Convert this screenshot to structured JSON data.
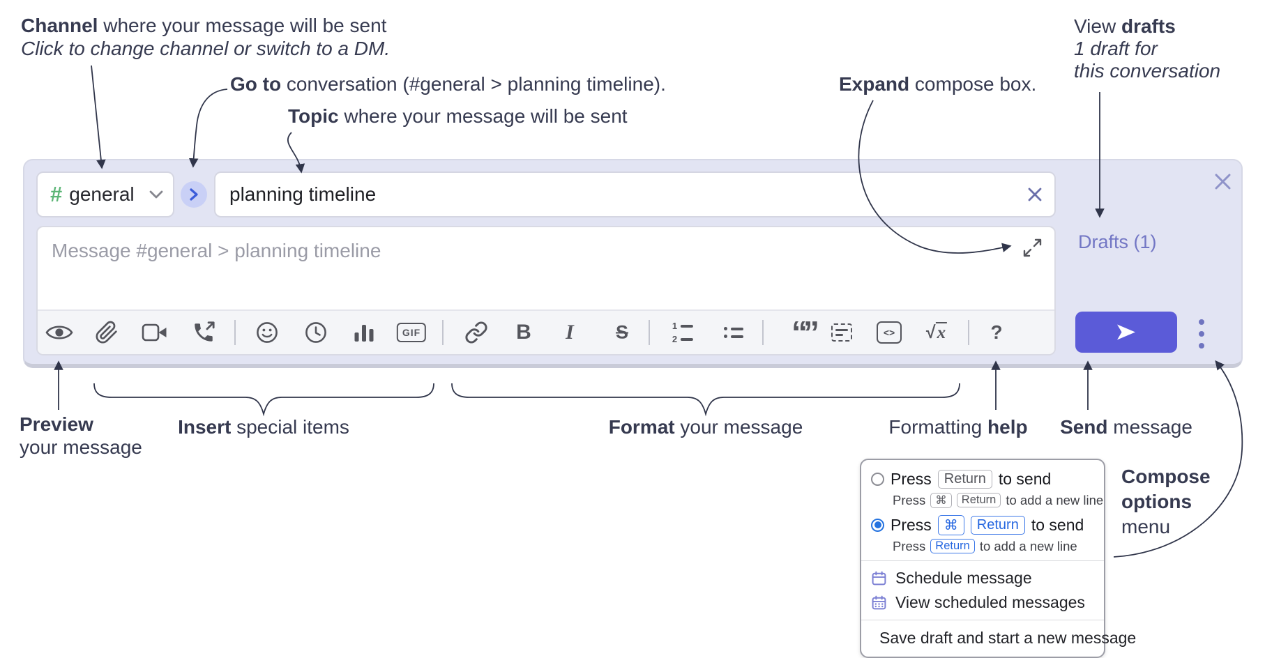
{
  "annotations": {
    "channel": {
      "bold": "Channel",
      "rest": " where your message will be sent",
      "line2": "Click to change channel or switch to a DM."
    },
    "goto": {
      "bold": "Go to",
      "rest": " conversation (#general > planning timeline)."
    },
    "topic": {
      "bold": "Topic",
      "rest": " where your message will be sent"
    },
    "expand": {
      "bold": "Expand",
      "rest": " compose box."
    },
    "view_drafts": {
      "line1_pre": "View ",
      "line1_bold": "drafts",
      "line2": "1 draft for",
      "line3": "this conversation"
    },
    "preview": {
      "bold": "Preview",
      "line2": "your message"
    },
    "insert": {
      "bold": "Insert",
      "rest": " special items"
    },
    "format": {
      "bold": "Format",
      "rest": " your message"
    },
    "formatting_help": {
      "pre": "Formatting ",
      "bold": "help"
    },
    "send": {
      "bold": "Send",
      "rest": " message"
    },
    "compose_options": {
      "line1": "Compose",
      "line2": "options",
      "line3": "menu"
    }
  },
  "compose": {
    "channel_selector": {
      "hash": "#",
      "name": "general"
    },
    "topic_input": {
      "value": "planning timeline"
    },
    "message_input": {
      "placeholder": "Message #general > planning timeline"
    },
    "drafts_label": "Drafts (1)",
    "toolbar": {
      "icons": [
        "preview-eye",
        "attach-paperclip",
        "video-call",
        "voice-call",
        "emoji",
        "time",
        "poll",
        "gif",
        "link",
        "bold",
        "italic",
        "strikethrough",
        "numbered-list",
        "bulleted-list",
        "quote",
        "spoiler",
        "code",
        "math",
        "help"
      ],
      "gif_label": "GIF",
      "bold_label": "B",
      "italic_label": "I",
      "strike_label": "S",
      "code_label": "<>",
      "math_root": "√",
      "math_x": "x",
      "help_label": "?",
      "quote_label": "“”"
    }
  },
  "popup": {
    "radio1": {
      "press": "Press",
      "key": "Return",
      "send": "to send",
      "sub_press": "Press",
      "sub_key1": "⌘",
      "sub_key2": "Return",
      "sub_rest": "to add a new line"
    },
    "radio2": {
      "press": "Press",
      "key1": "⌘",
      "key2": "Return",
      "send": "to send",
      "sub_press": "Press",
      "sub_key": "Return",
      "sub_rest": "to add a new line"
    },
    "items": [
      {
        "label": "Schedule message"
      },
      {
        "label": "View scheduled messages"
      },
      {
        "label": "Save draft and start a new message"
      }
    ]
  },
  "colors": {
    "compose_bg": "#e2e4f3",
    "send_button": "#5b5bd8",
    "drafts_link": "#7276c4",
    "hash_green": "#5cb576",
    "goto_blue": "#3a5bd9",
    "radio_blue": "#2573e0",
    "kbd_blue": "#2667e0",
    "menu_icon_purple": "#7c80d4",
    "toolbar_icon": "#54555c",
    "annotation_text": "#363a50"
  }
}
